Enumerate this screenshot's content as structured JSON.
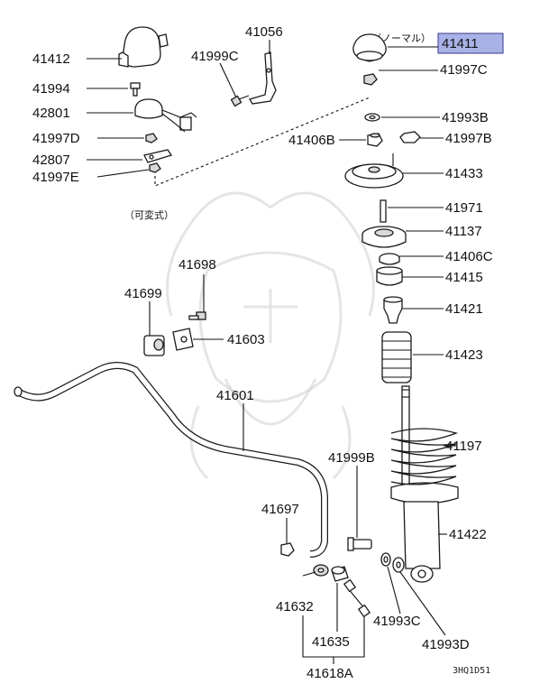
{
  "parts": {
    "p41412": "41412",
    "p41994": "41994",
    "p42801": "42801",
    "p41997D": "41997D",
    "p42807": "42807",
    "p41997E": "41997E",
    "p41056": "41056",
    "p41999C": "41999C",
    "p41411": "41411",
    "p41997C": "41997C",
    "p41993B": "41993B",
    "p41406B": "41406B",
    "p41997B": "41997B",
    "p41433": "41433",
    "p41971": "41971",
    "p41137": "41137",
    "p41406C": "41406C",
    "p41415": "41415",
    "p41421": "41421",
    "p41423": "41423",
    "p41698": "41698",
    "p41699": "41699",
    "p41603": "41603",
    "p41601": "41601",
    "p41197": "41197",
    "p41999B": "41999B",
    "p41422": "41422",
    "p41697": "41697",
    "p41632": "41632",
    "p41635": "41635",
    "p41618A": "41618A",
    "p41993C": "41993C",
    "p41993D": "41993D"
  },
  "notes": {
    "normal": "（ノーマル）",
    "variable": "（可変式）"
  },
  "diagram_code": "3HQ1D51",
  "highlight_color": "#a8b2e6"
}
